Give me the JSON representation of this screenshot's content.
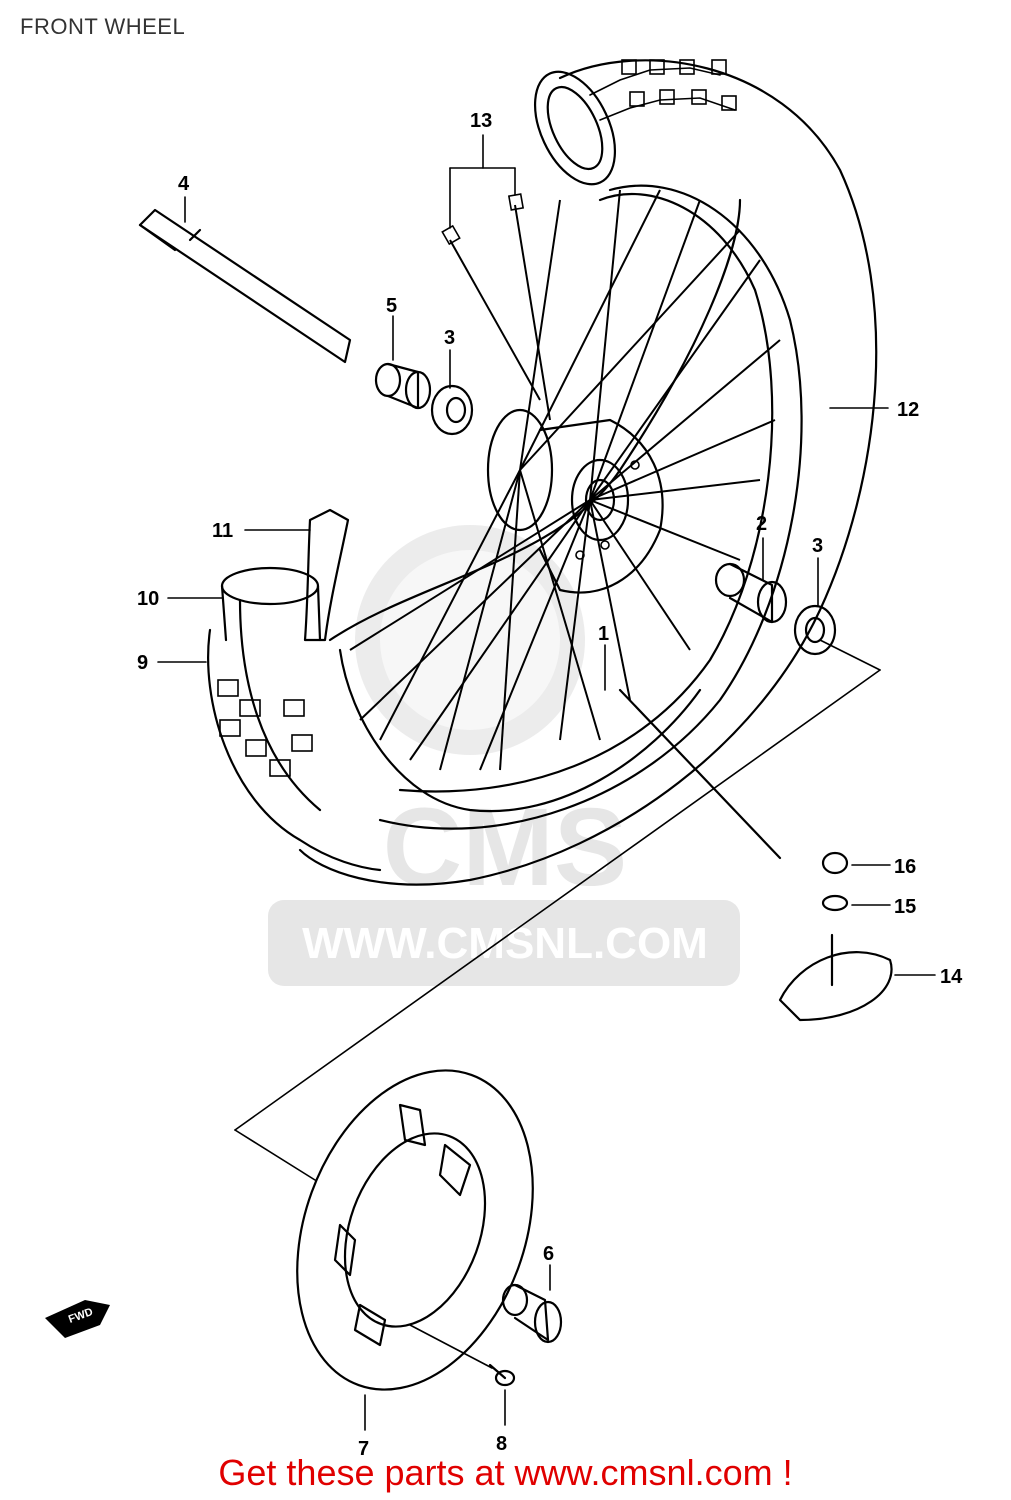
{
  "title": "FRONT WHEEL",
  "footer": "Get these parts at www.cmsnl.com !",
  "watermark": {
    "brand": "CMS",
    "url": "WWW.CMSNL.COM"
  },
  "direction_marker": "FWD",
  "callouts": [
    "1",
    "2",
    "3",
    "3",
    "4",
    "5",
    "6",
    "7",
    "8",
    "9",
    "10",
    "11",
    "12",
    "13",
    "14",
    "15",
    "16"
  ],
  "colors": {
    "footer": "#e00000",
    "title": "#333333",
    "watermark": "#dcdcdc"
  }
}
